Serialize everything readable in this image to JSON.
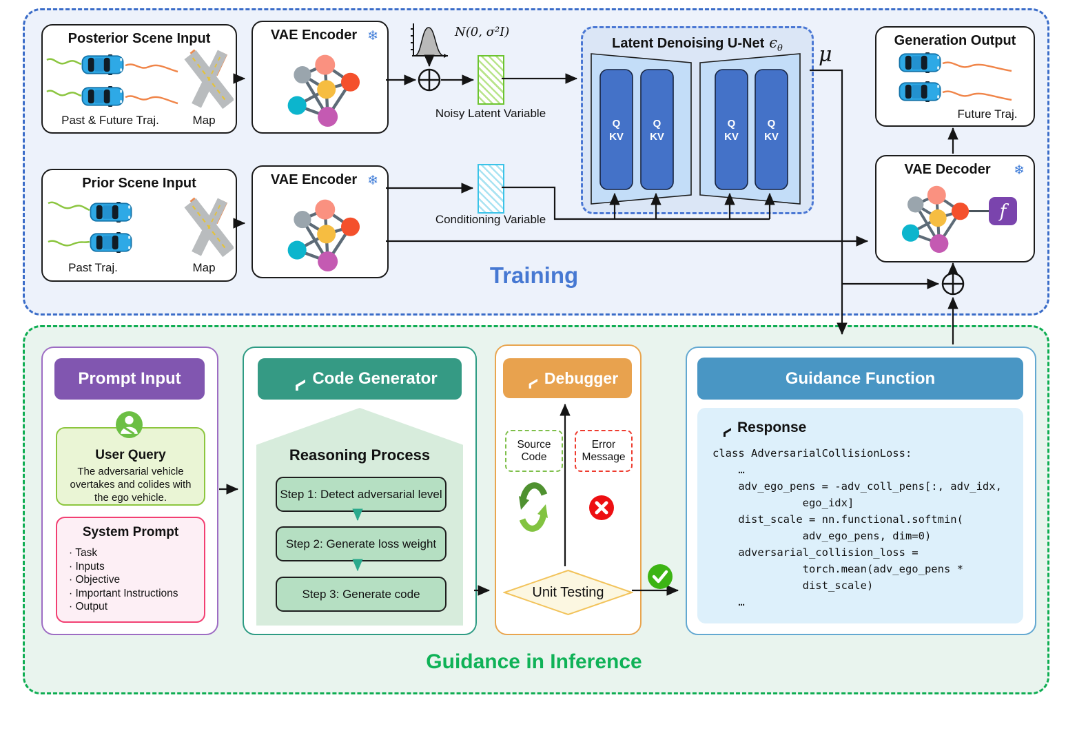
{
  "training": {
    "section_label": "Training",
    "posterior": {
      "title": "Posterior Scene Input",
      "traj_label": "Past & Future Traj.",
      "map_label": "Map"
    },
    "vae_encoder_top": {
      "title": "VAE Encoder",
      "frozen_icon": "❄"
    },
    "noise": {
      "dist_label": "N(0, σ²I)"
    },
    "noisy_latent_label": "Noisy Latent Variable",
    "unet": {
      "title": "Latent Denoising U-Net",
      "epsilon": "ϵ",
      "theta": "θ",
      "q": "Q",
      "kv": "KV"
    },
    "mu": "μ",
    "generation_output": {
      "title": "Generation Output",
      "traj_label": "Future Traj."
    },
    "vae_decoder": {
      "title": "VAE Decoder",
      "frozen_icon": "❄",
      "f_label": "f"
    },
    "prior": {
      "title": "Prior Scene Input",
      "traj_label": "Past Traj.",
      "map_label": "Map"
    },
    "vae_encoder_bottom": {
      "title": "VAE Encoder",
      "frozen_icon": "❄"
    },
    "conditioning_label": "Conditioning Variable"
  },
  "guidance": {
    "section_label": "Guidance in Inference",
    "prompt_input": {
      "title": "Prompt Input",
      "user_query": {
        "title": "User Query",
        "text": "The adversarial vehicle overtakes and colides with the ego vehicle."
      },
      "system_prompt": {
        "title": "System Prompt",
        "items": [
          "Task",
          "Inputs",
          "Objective",
          "Important Instructions",
          "Output"
        ]
      }
    },
    "code_generator": {
      "title": "Code Generator",
      "reasoning_title": "Reasoning Process",
      "steps": [
        "Step 1: Detect adversarial level",
        "Step 2: Generate loss weight",
        "Step 3: Generate code"
      ]
    },
    "debugger": {
      "title": "Debugger",
      "source_code": "Source Code",
      "error_message": "Error Message",
      "unit_testing": "Unit Testing"
    },
    "guidance_function": {
      "title": "Guidance Function",
      "response_title": "Response",
      "code": [
        "class AdversarialCollisionLoss:",
        "    …",
        "    adv_ego_pens = -adv_coll_pens[:, adv_idx,",
        "              ego_idx]",
        "    dist_scale = nn.functional.softmin(",
        "              adv_ego_pens, dim=0)",
        "    adversarial_collision_loss =",
        "              torch.mean(adv_ego_pens *",
        "              dist_scale)",
        "    …"
      ]
    }
  },
  "colors": {
    "training_label": "#4678d2",
    "guidance_label": "#0fb257",
    "training_border": "#3a6cc8",
    "guidance_border": "#0ead52",
    "qkv_block": "#4472c8",
    "prompt_header": "#8156b0",
    "codegen_header": "#359a84",
    "debugger_header": "#e8a24e",
    "guidance_header": "#4996c4"
  }
}
